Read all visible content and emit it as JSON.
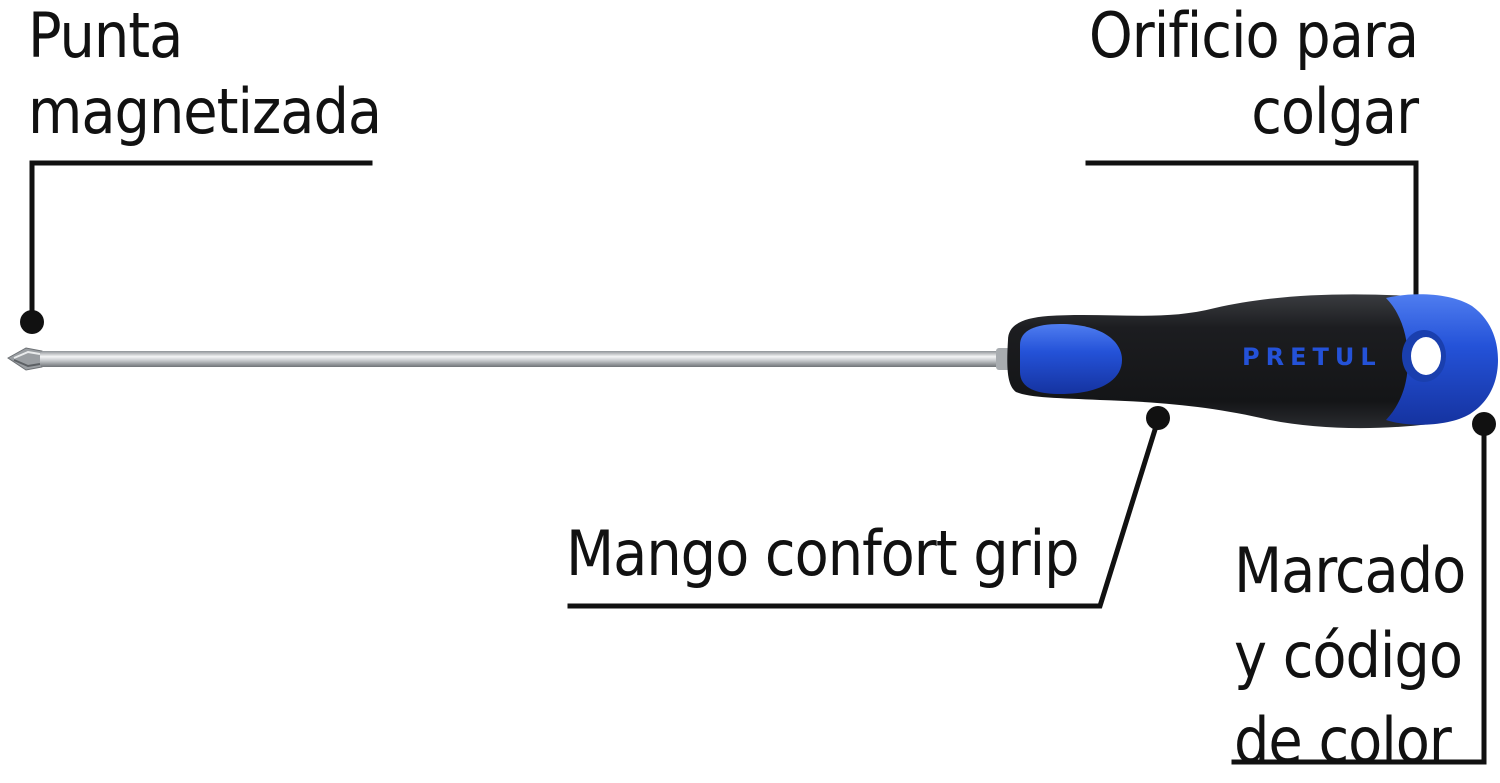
{
  "callouts": {
    "punta": {
      "line1": "Punta",
      "line2": "magnetizada"
    },
    "orificio": {
      "line1": "Orificio para",
      "line2": "colgar"
    },
    "mango": {
      "line1": "Mango confort grip"
    },
    "marcado": {
      "line1": "Marcado",
      "line2": "y código",
      "line3": "de color"
    }
  },
  "product": {
    "brand_logo_text": "PRETUL",
    "colors": {
      "handle_black": "#1b1c1e",
      "handle_blue": "#1f4fd8",
      "shaft_silver": "#c9ccd0",
      "callout_line": "#111111"
    }
  }
}
